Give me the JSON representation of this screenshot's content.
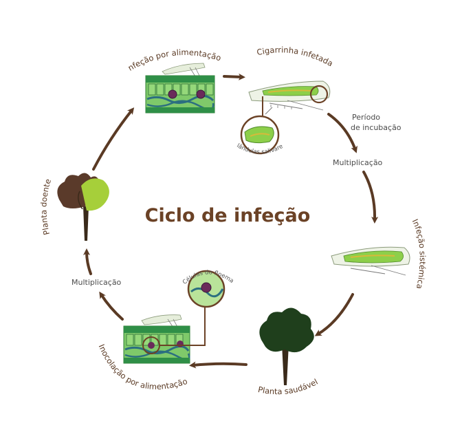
{
  "title": "Ciclo de infeção",
  "stages": {
    "feeding_infection": "Infeção por alimentação",
    "infected_leafhopper": "Cigarrinha infetada",
    "incubation_line1": "Período",
    "incubation_line2": "de incubação",
    "multiplication_right": "Multiplicação",
    "systemic_infection": "Infeção sistémica",
    "healthy_plant": "Planta saudável",
    "feeding_inoculation": "Inocolação por alimentação",
    "multiplication_left": "Multiplicação",
    "diseased_plant": "Planta doente"
  },
  "callouts": {
    "salivary_glands": "Glândulas salivares",
    "phloem_cells": "Células do floema"
  },
  "colors": {
    "arrow": "#5a3a24",
    "title": "#6b4226",
    "leaf_green": "#2e7d32",
    "tissue_blue": "#2c6f80"
  }
}
